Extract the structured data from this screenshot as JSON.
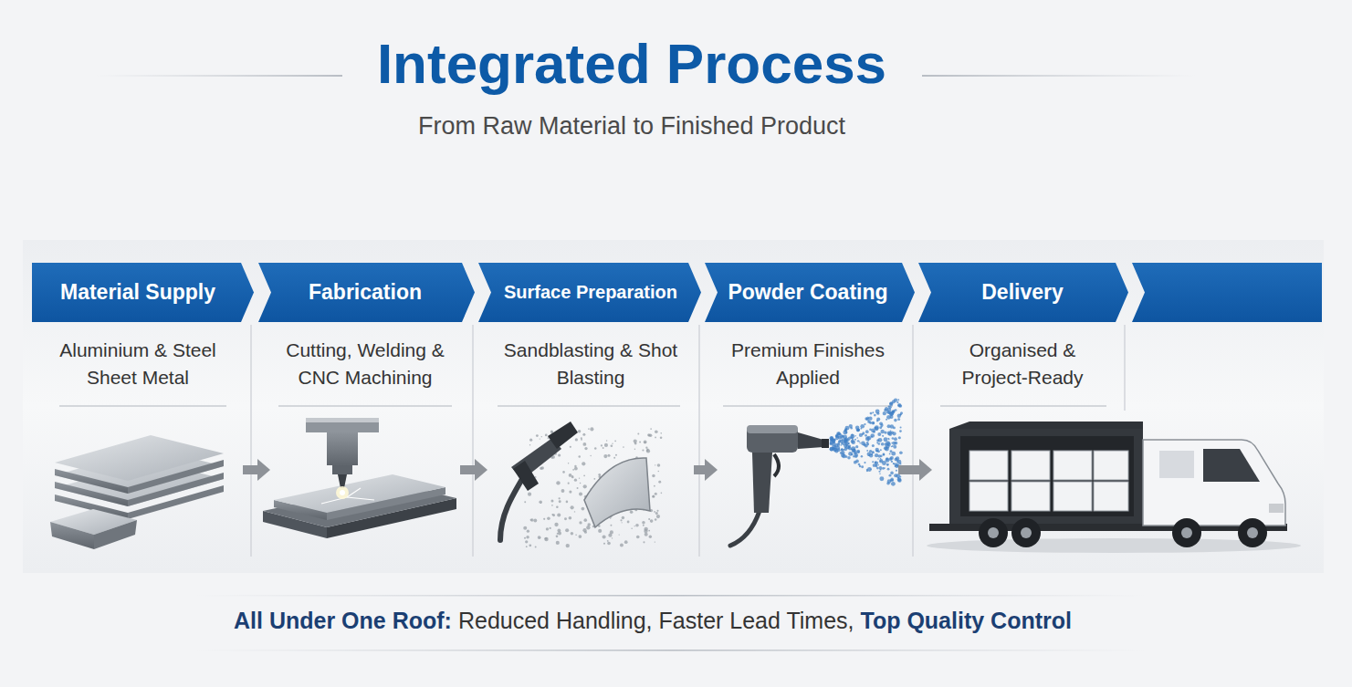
{
  "diagram": {
    "title": "Integrated Process",
    "nodes": [
      {
        "text": [
          "Material Supply",
          "Aluminium & Steel Sheet Metal"
        ]
      },
      {
        "text": [
          "Fabrication",
          "Cutting, Welding & CNC Machining"
        ]
      },
      {
        "text": [
          "Surface Preparation",
          "Sandblasting & Shot Blasting"
        ]
      },
      {
        "text": [
          "Powder Coating",
          "Premium Finishes Applied"
        ]
      },
      {
        "text": [
          "Delivery",
          "Organised & Project-Ready"
        ]
      }
    ],
    "edges": [
      {
        "from": 0,
        "to": 1,
        "arrow": "to"
      },
      {
        "from": 1,
        "to": 2,
        "arrow": "to"
      },
      {
        "from": 2,
        "to": 3,
        "arrow": "to"
      },
      {
        "from": 3,
        "to": 4,
        "arrow": "to"
      }
    ],
    "labels": [
      "From Raw Material to Finished Product",
      "All Under One Roof:",
      "Reduced Handling, Faster Lead Times,",
      "Top Quality Control"
    ]
  }
}
